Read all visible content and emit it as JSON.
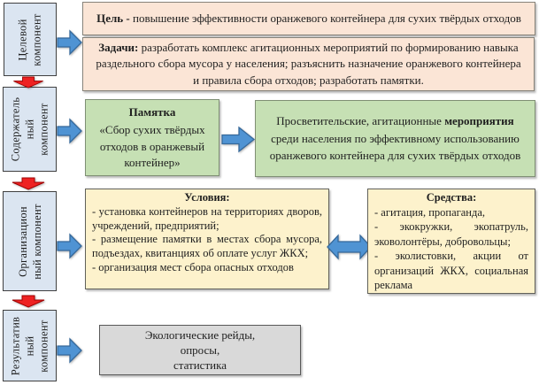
{
  "palette": {
    "text": "#1f1f1f",
    "left_box_fill": "#dbe5f1",
    "left_box_border": "#404040",
    "peach_fill": "#fbe5d6",
    "peach_border": "#87837a",
    "green_fill": "#c6e0b4",
    "green_border": "#7f8f74",
    "yellow_fill": "#fdf2cc",
    "yellow_border": "#61615a",
    "gray_fill": "#d9d9d9",
    "gray_border": "#595959",
    "arrow_blue": "#4f93d3",
    "arrow_blue_border": "#36699b",
    "arrow_red": "#ee2222",
    "arrow_red_border": "#a00000"
  },
  "icons": {
    "down_arrow": "red-down-arrow",
    "right_arrow": "blue-right-arrow",
    "double_arrow": "blue-double-headed-arrow"
  },
  "left_column": {
    "items": [
      {
        "name": "target-component",
        "lines": [
          "Целевой",
          "компонент"
        ]
      },
      {
        "name": "content-component",
        "lines": [
          "Содержатель",
          "ный",
          "компонент"
        ]
      },
      {
        "name": "organizational-component",
        "lines": [
          "Организацион",
          "ный компонент"
        ]
      },
      {
        "name": "result-component",
        "lines": [
          "Результатив",
          "ный",
          "компонент"
        ]
      }
    ]
  },
  "goal": {
    "label": "Цель - ",
    "text": "повышение эффективности оранжевого контейнера для сухих твёрдых отходов"
  },
  "tasks": {
    "label": "Задачи: ",
    "text": "разработать комплекс агитационных мероприятий по формированию навыка раздельного сбора мусора у населения; разъяснить назначение оранжевого контейнера и правила сбора отходов; разработать памятки."
  },
  "memo": {
    "title": "Памятка",
    "text": "«Сбор сухих твёрдых отходов в оранжевый контейнер»"
  },
  "outreach": {
    "pre": "Просветительские, агитационные ",
    "bold": "мероприятия",
    "post": " среди населения по эффективному использованию оранжевого контейнера для сухих твёрдых отходов"
  },
  "conditions": {
    "title": "Условия:",
    "items": [
      "- установка контейнеров на территориях дворов, учреждений, предприятий;",
      "- размещение памятки в местах сбора мусора, подъездах, квитанциях об оплате услуг ЖКХ;",
      "- организация мест сбора опасных отходов"
    ]
  },
  "means": {
    "title": "Средства:",
    "items": [
      "- агитация, пропаганда,",
      "- экокружки, экопатруль, эковолонтёры, добровольцы;",
      "- эколистовки, акции от организаций ЖКХ, социальная реклама"
    ]
  },
  "results": {
    "lines": [
      "Экологические рейды,",
      "опросы,",
      "статистика"
    ]
  }
}
